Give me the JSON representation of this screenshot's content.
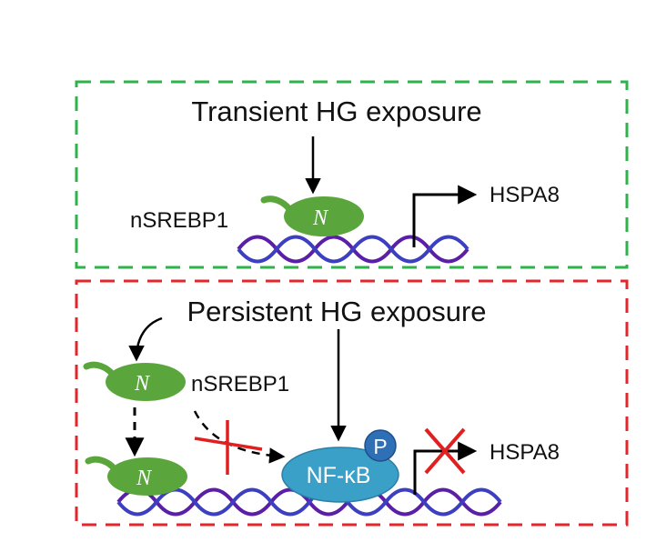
{
  "top_panel": {
    "title": "Transient HG exposure",
    "protein_label": "nSREBP1",
    "protein_domain": "N",
    "gene_label": "HSPA8",
    "border_color": "#2db34a"
  },
  "bottom_panel": {
    "title": "Persistent HG exposure",
    "protein_label": "nSREBP1",
    "protein_domain_1": "N",
    "protein_domain_2": "N",
    "complex_label": "NF-κB",
    "phospho_label": "P",
    "gene_label": "HSPA8",
    "border_color": "#e3262b"
  },
  "colors": {
    "srebp_green": "#5aa63c",
    "nfkb_teal": "#3aa0c8",
    "phospho_blue": "#2e6fb5",
    "dna_purple": "#5a1fa6",
    "dna_blue": "#3c3fbf",
    "block_red": "#e02020"
  }
}
